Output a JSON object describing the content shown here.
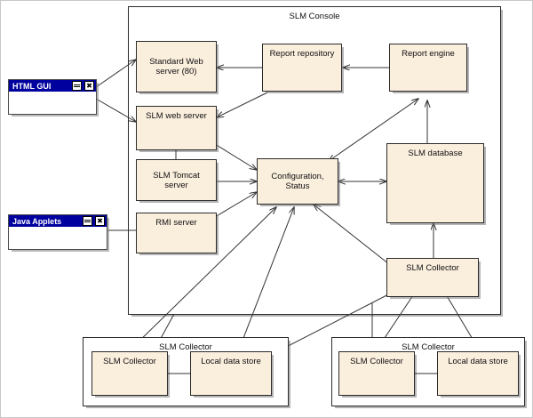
{
  "diagram": {
    "console": {
      "title": "SLM Console",
      "nodes": [
        {
          "id": "standard-web-server",
          "label": "Standard Web\nserver (80)"
        },
        {
          "id": "slm-web-server",
          "label": "SLM web server"
        },
        {
          "id": "slm-tomcat-server",
          "label": "SLM Tomcat\nserver"
        },
        {
          "id": "rmi-server",
          "label": "RMI server"
        },
        {
          "id": "report-repository",
          "label": "Report repository"
        },
        {
          "id": "report-engine",
          "label": "Report engine"
        },
        {
          "id": "configuration-status",
          "label": "Configuration,\nStatus"
        },
        {
          "id": "slm-database",
          "label": "SLM database"
        },
        {
          "id": "slm-collector-console",
          "label": "SLM Collector"
        }
      ]
    },
    "clients": [
      {
        "id": "html-gui",
        "title": "HTML GUI",
        "buttons": [
          "menu-button",
          "close-button"
        ]
      },
      {
        "id": "java-applets",
        "title": "Java Applets",
        "buttons": [
          "menu-button",
          "close-button"
        ]
      }
    ],
    "collectors": [
      {
        "id": "collector-left",
        "title": "SLM Collector",
        "nodes": [
          {
            "id": "collector-left-service",
            "label": "SLM Collector"
          },
          {
            "id": "collector-left-store",
            "label": "Local data store"
          }
        ]
      },
      {
        "id": "collector-right",
        "title": "SLM Collector",
        "nodes": [
          {
            "id": "collector-right-service",
            "label": "SLM Collector"
          },
          {
            "id": "collector-right-store",
            "label": "Local data store"
          }
        ]
      }
    ],
    "colors": {
      "node_fill": "#faeedd",
      "node_stroke": "#2b2b2b",
      "titlebar": "#00009f",
      "connector": "#333333",
      "background": "#ffffff"
    }
  }
}
